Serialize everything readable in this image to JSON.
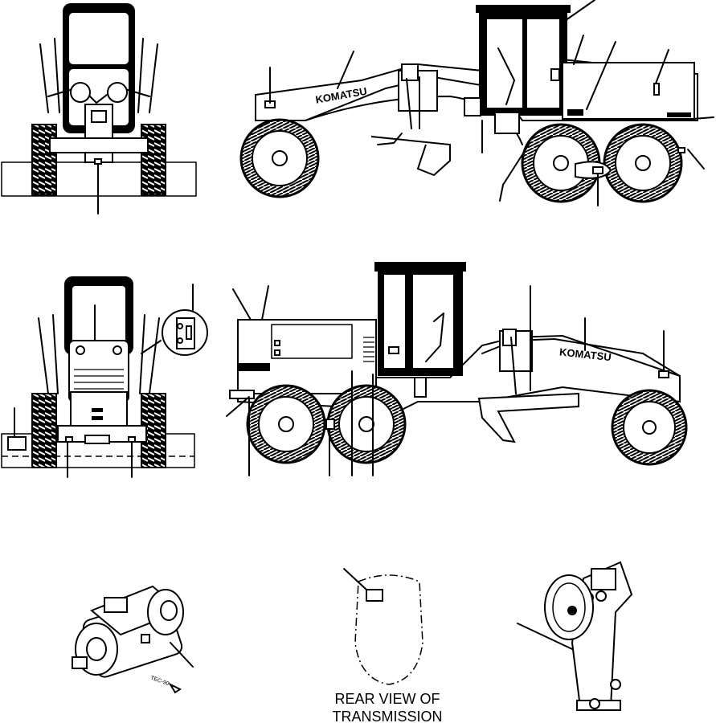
{
  "diagram": {
    "brand_top": "KOMATSU",
    "brand_bottom": "KOMATSU",
    "caption_line1": "REAR VIEW OF",
    "caption_line2": "TRANSMISSION",
    "part_text": "TEC-90"
  }
}
